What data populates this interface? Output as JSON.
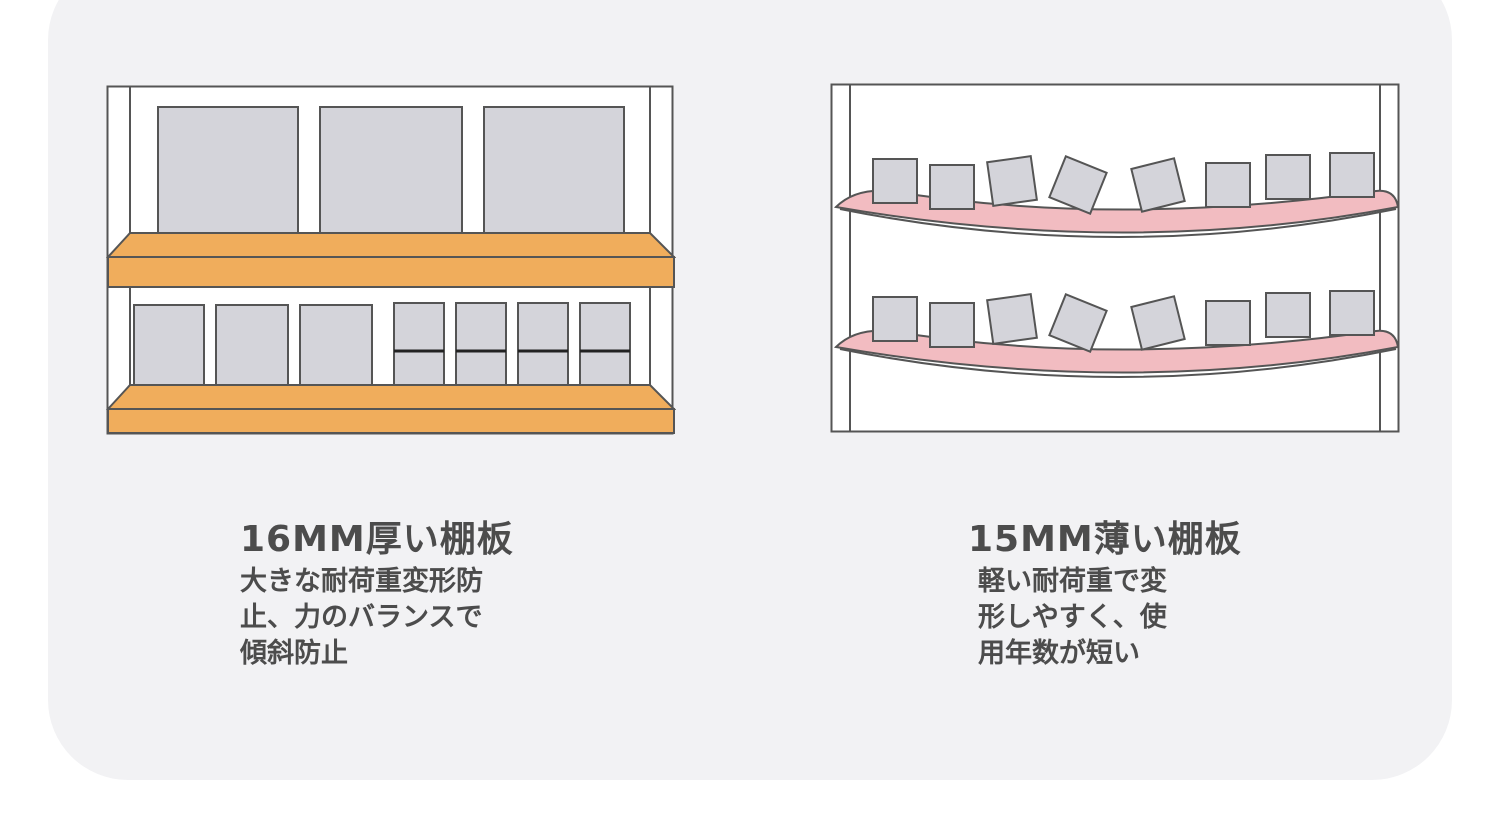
{
  "colors": {
    "thick_shelf": "#f0ad5c",
    "thin_shelf": "#f2bcc1",
    "box_fill": "#d4d4da",
    "frame_stroke": "#555555",
    "text": "#4c4c4c"
  },
  "left_panel": {
    "title": "16MM厚い棚板",
    "description_lines": [
      "大きな耐荷重変形防",
      "止、力のバランスで",
      "傾斜防止"
    ]
  },
  "right_panel": {
    "title": "15MM薄い棚板",
    "description_lines": [
      "軽い耐荷重で変",
      "形しやすく、使",
      "用年数が短い"
    ]
  }
}
